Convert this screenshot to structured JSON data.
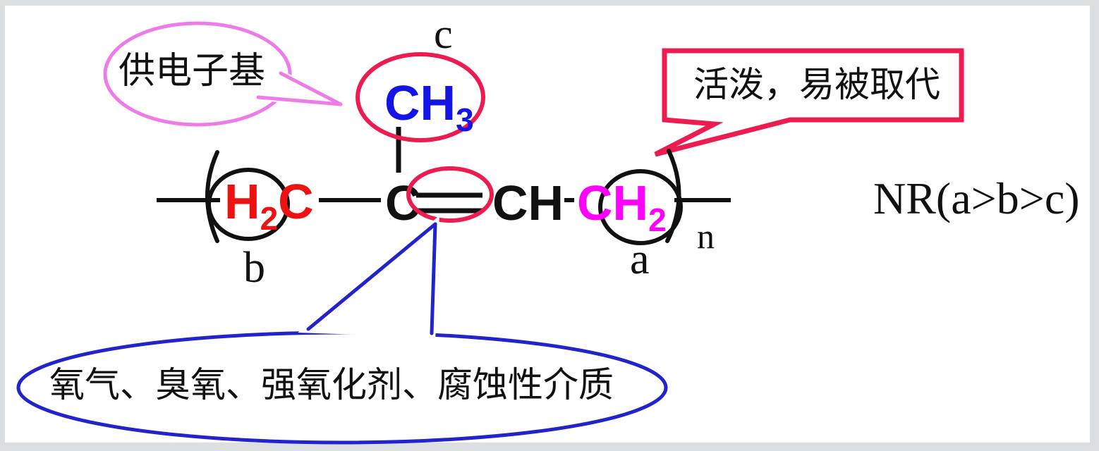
{
  "figure": {
    "type": "annotated-chemical-structure",
    "subject": "Natural rubber (polyisoprene) repeat unit reactivity"
  },
  "callouts": {
    "donor": {
      "label": "供电子基",
      "color": "#ee7ce8"
    },
    "active": {
      "label": "活泼，易被取代",
      "color": "#ed1c50"
    },
    "oxidants": {
      "label": "氧气、臭氧、强氧化剂、腐蚀性介质",
      "color": "#2323cc"
    }
  },
  "formula": {
    "h2c": {
      "main": "H",
      "sub": "2",
      "tail": "C",
      "color": "#ee1111"
    },
    "c": "C",
    "ch": "CH",
    "ch3": {
      "main": "CH",
      "sub": "3",
      "color": "#1414e6"
    },
    "ch2": {
      "main": "CH",
      "sub": "2",
      "color": "#ff00ff"
    },
    "repeat_subscript": "n",
    "label_a": "a",
    "label_b": "b",
    "label_c": "c",
    "conclusion": "NR(a>b>c)"
  },
  "colors": {
    "crimson": "#ed1c50",
    "black": "#111111",
    "bond": "#111111",
    "frame": "#dcdfe2",
    "background": "#ffffff"
  }
}
